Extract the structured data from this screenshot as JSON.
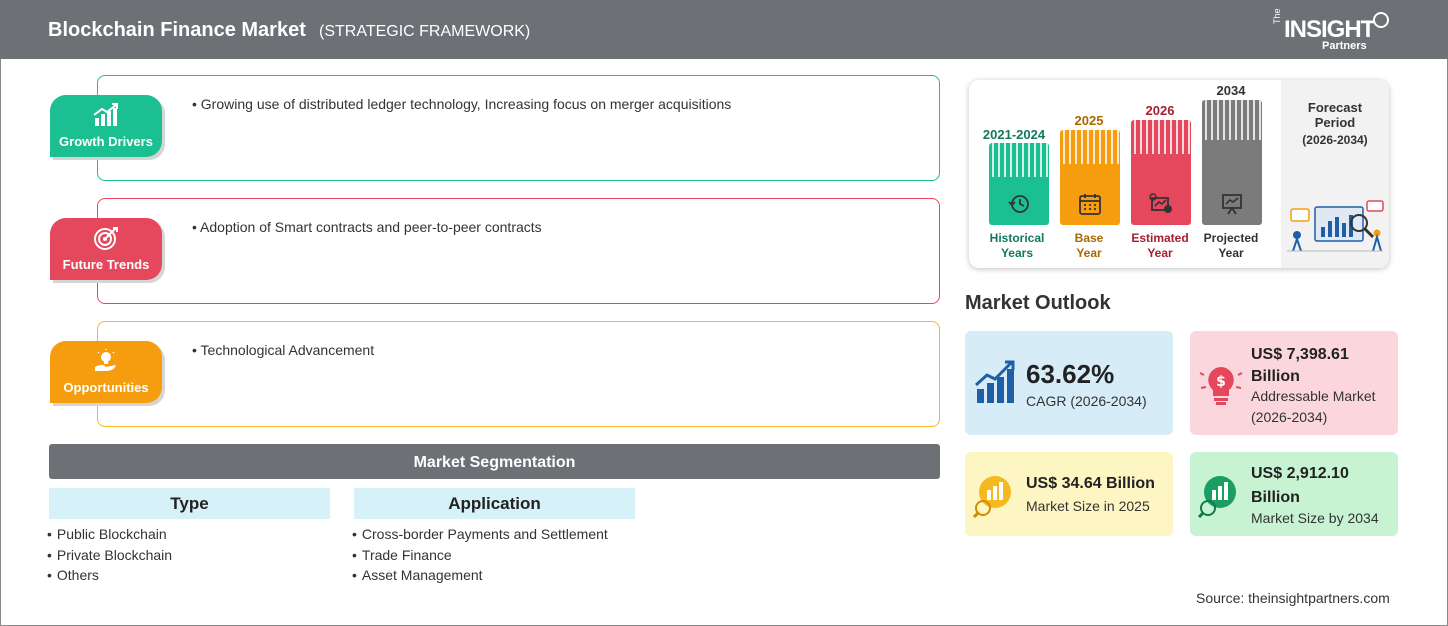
{
  "header": {
    "title": "Blockchain Finance Market",
    "subtitle": "(STRATEGIC FRAMEWORK)",
    "logo": {
      "line1": "The",
      "line2": "INSIGHT",
      "line3": "Partners"
    }
  },
  "framework": [
    {
      "label": "Growth Drivers",
      "text": "Growing use of distributed ledger technology, Increasing focus on merger acquisitions",
      "color": "#1bbf91",
      "icon": "growth-chart-icon"
    },
    {
      "label": "Future Trends",
      "text": "Adoption of Smart contracts and peer-to-peer contracts",
      "color": "#e5475c",
      "icon": "target-icon"
    },
    {
      "label": "Opportunities",
      "text": "Technological Advancement",
      "color": "#f59d0f",
      "icon": "lightbulb-hand-icon"
    }
  ],
  "segmentation": {
    "title": "Market Segmentation",
    "columns": [
      {
        "heading": "Type",
        "items": [
          "Public Blockchain",
          "Private Blockchain",
          "Others"
        ]
      },
      {
        "heading": "Application",
        "items": [
          "Cross-border Payments and Settlement",
          "Trade Finance",
          "Asset Management"
        ]
      }
    ]
  },
  "timeline": {
    "periods": [
      {
        "year": "2021-2024",
        "caption_line1": "Historical",
        "caption_line2": "Years",
        "color": "#1bbf91",
        "text_color": "#127a5d",
        "icon": "history-icon"
      },
      {
        "year": "2025",
        "caption_line1": "Base",
        "caption_line2": "Year",
        "color": "#f59d0f",
        "text_color": "#a86800",
        "icon": "calendar-icon"
      },
      {
        "year": "2026",
        "caption_line1": "Estimated",
        "caption_line2": "Year",
        "color": "#e5475c",
        "text_color": "#a51f32",
        "icon": "estimate-icon"
      },
      {
        "year": "2034",
        "caption_line1": "Projected",
        "caption_line2": "Year",
        "color": "#7b7b7b",
        "text_color": "#333333",
        "icon": "presentation-icon"
      }
    ],
    "forecast": {
      "line1": "Forecast",
      "line2": "Period",
      "years": "(2026-2034)"
    }
  },
  "outlook": {
    "title": "Market Outlook",
    "stats": [
      {
        "value": "63.62%",
        "desc": [
          "CAGR (2026-2034)"
        ],
        "bg": "#d6edf8",
        "icon": "cagr-chart-icon"
      },
      {
        "value_lines": [
          "US$ 7,398.61",
          "Billion"
        ],
        "desc": [
          "Addressable Market",
          "(2026-2034)"
        ],
        "bg": "#fbd7dd",
        "icon": "dollar-bulb-icon"
      },
      {
        "value": "US$ 34.64 Billion",
        "desc": [
          "Market Size in 2025"
        ],
        "bg": "#fdf5c2",
        "icon": "market-size-icon"
      },
      {
        "value_lines": [
          "US$ 2,912.10",
          "Billion"
        ],
        "desc": [
          "Market Size by 2034"
        ],
        "bg": "#c8f3d2",
        "icon": "market-growth-icon"
      }
    ]
  },
  "source": "Source: theinsightpartners.com"
}
